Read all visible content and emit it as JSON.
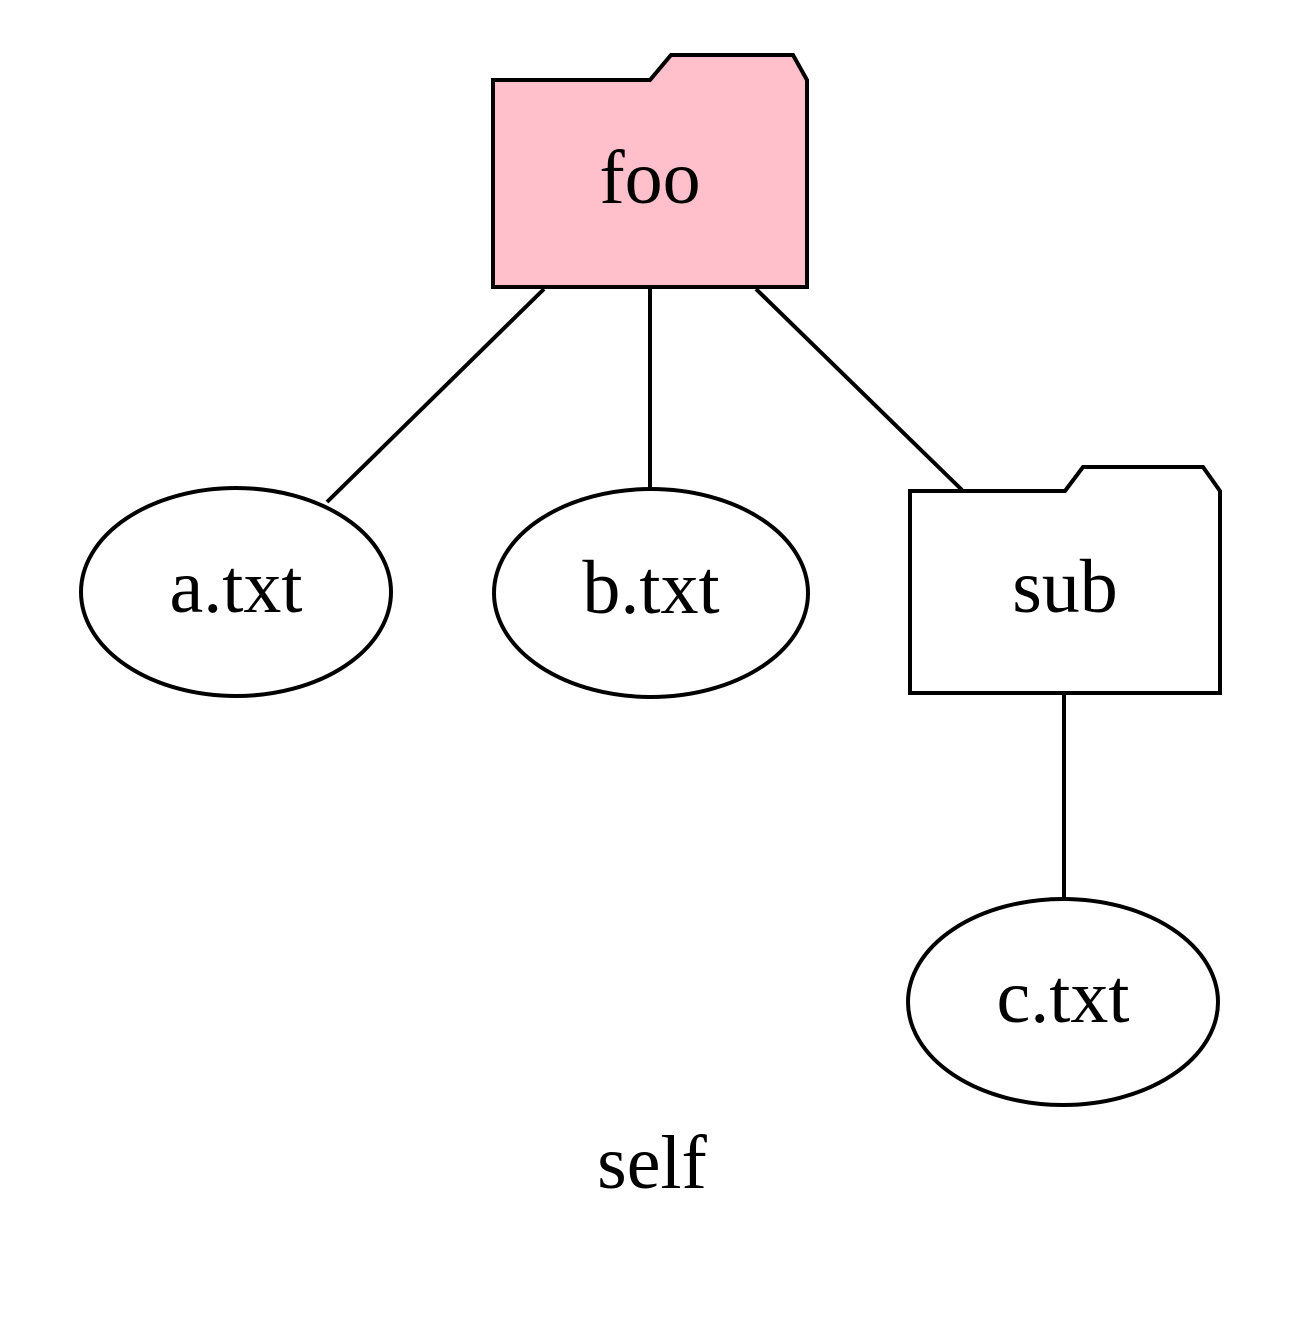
{
  "diagram": {
    "type": "tree",
    "caption": "self",
    "colors": {
      "background": "#ffffff",
      "stroke": "#000000",
      "highlight_folder_fill": "#ffc0cb",
      "plain_fill": "#ffffff"
    },
    "nodes": {
      "foo": {
        "label": "foo",
        "shape": "folder",
        "fill": "#ffc0cb"
      },
      "a_txt": {
        "label": "a.txt",
        "shape": "ellipse",
        "fill": "#ffffff"
      },
      "b_txt": {
        "label": "b.txt",
        "shape": "ellipse",
        "fill": "#ffffff"
      },
      "sub": {
        "label": "sub",
        "shape": "folder",
        "fill": "#ffffff"
      },
      "c_txt": {
        "label": "c.txt",
        "shape": "ellipse",
        "fill": "#ffffff"
      }
    },
    "edges": [
      {
        "from": "foo",
        "to": "a_txt"
      },
      {
        "from": "foo",
        "to": "b_txt"
      },
      {
        "from": "foo",
        "to": "sub"
      },
      {
        "from": "sub",
        "to": "c_txt"
      }
    ]
  }
}
